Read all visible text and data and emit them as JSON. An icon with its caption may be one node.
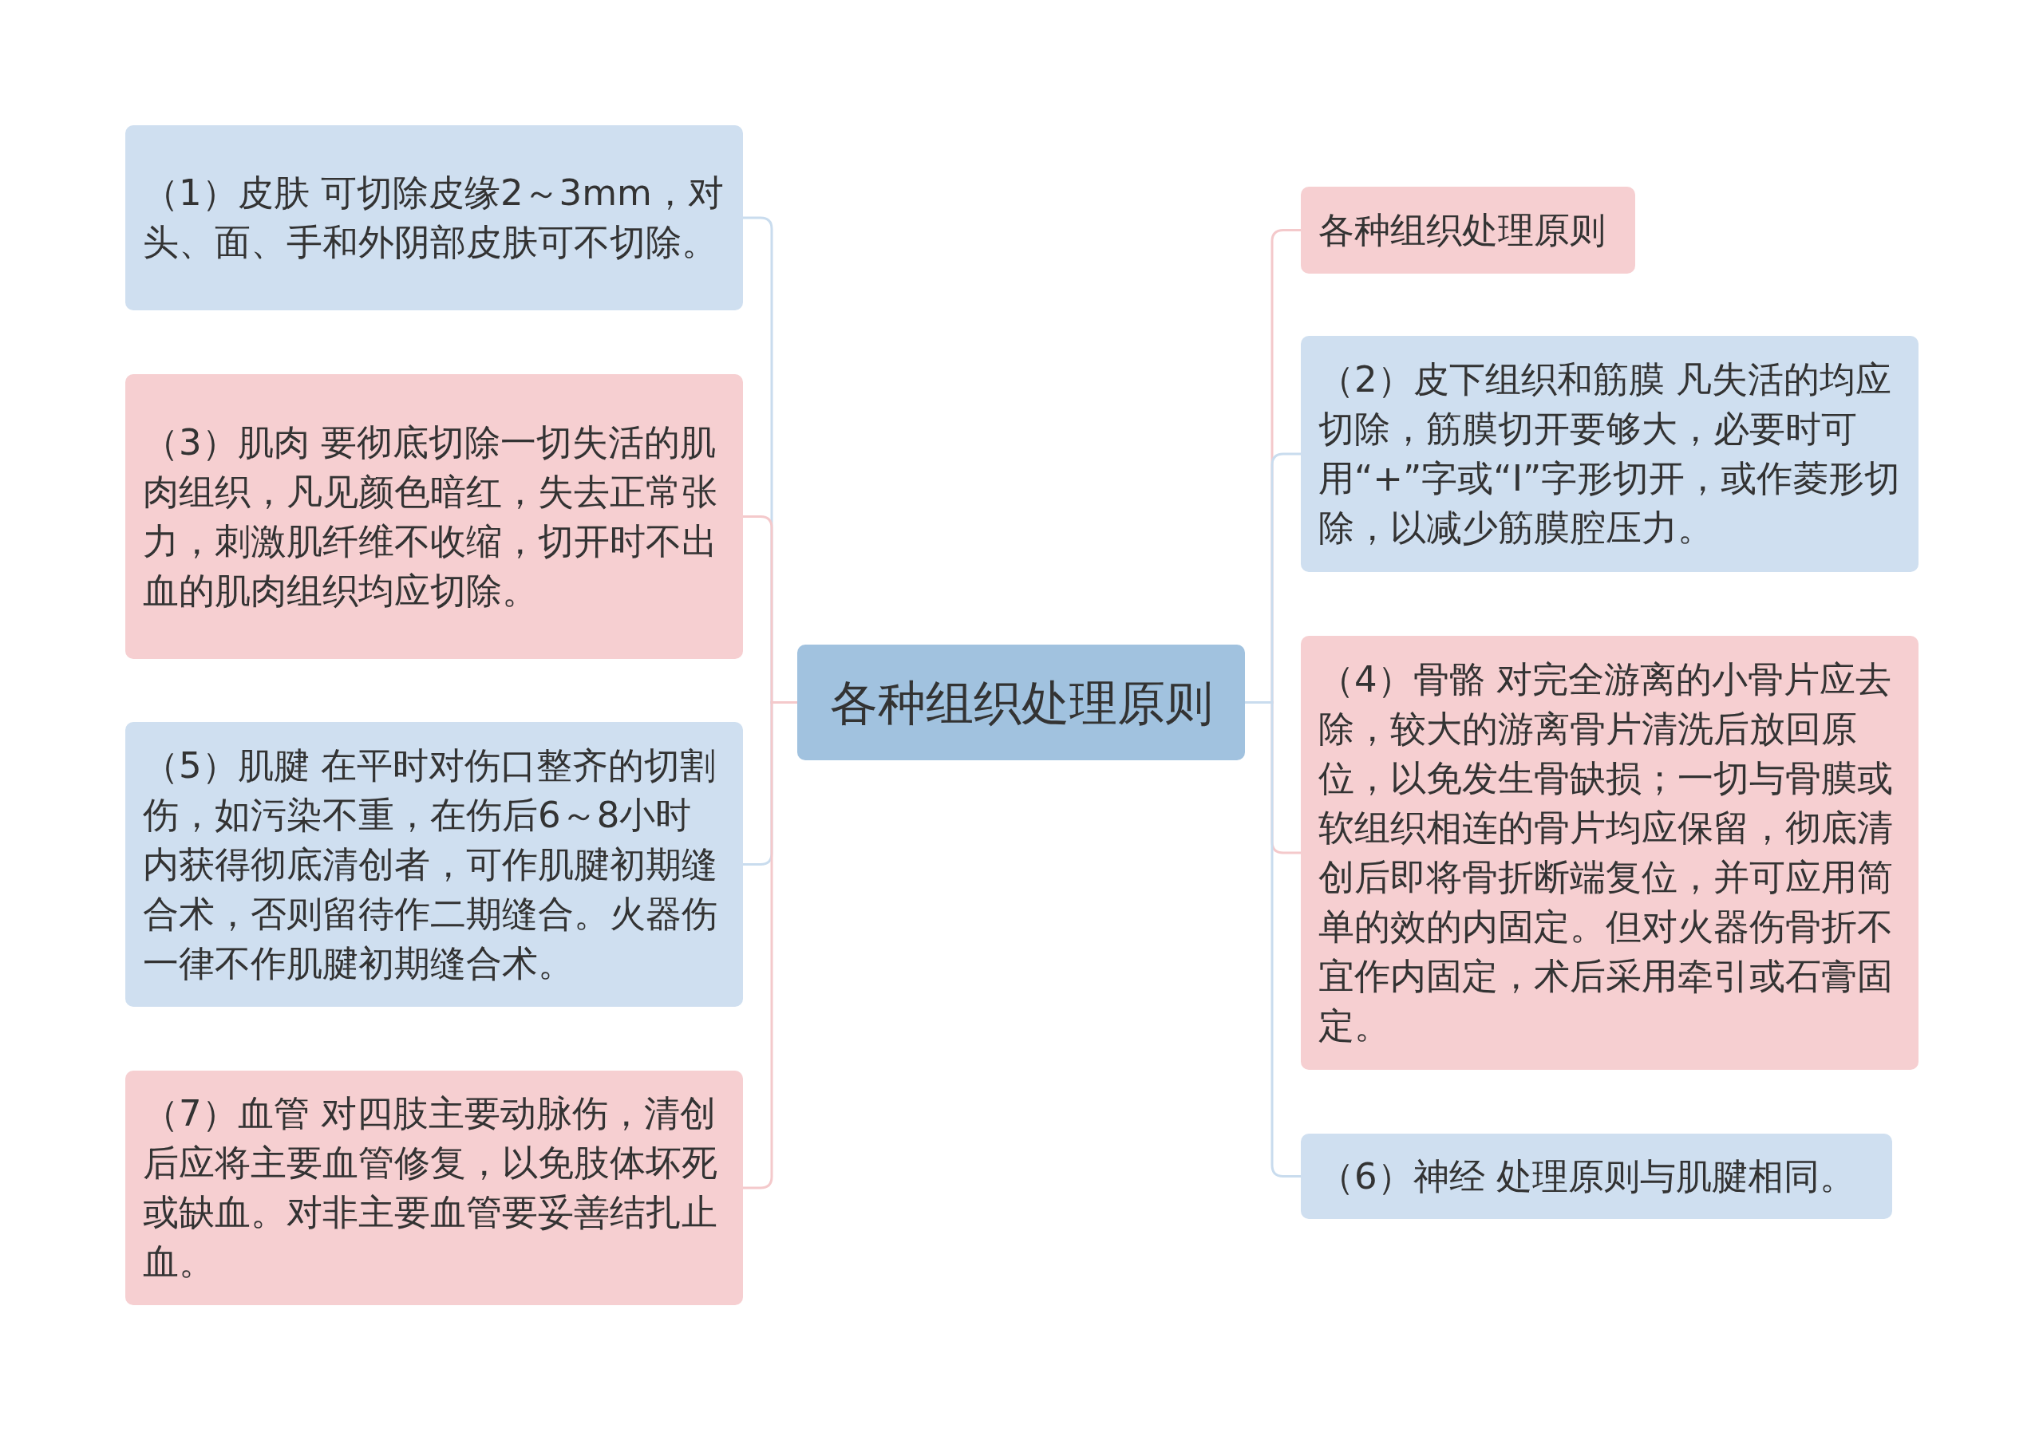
{
  "diagram": {
    "nodes": [
      {
        "text": [
          "各种组织处理原则"
        ]
      },
      {
        "text": [
          "（1）皮肤 可切除皮缘2～3mm，对头、面、手和外阴部皮肤可不切除。"
        ]
      },
      {
        "text": [
          "（3）肌肉 要彻底切除一切失活的肌肉组织，凡见颜色暗红，失去正常张力，刺激肌纤维不收缩，切开时不出血的肌肉组织均应切除。"
        ]
      },
      {
        "text": [
          "（5）肌腱 在平时对伤口整齐的切割伤，如污染不重，在伤后6～8小时内获得彻底清创者，可作肌腱初期缝合术，否则留待作二期缝合。火器伤一律不作肌腱初期缝合术。"
        ]
      },
      {
        "text": [
          "（7）血管 对四肢主要动脉伤，清创后应将主要血管修复，以免肢体坏死或缺血。对非主要血管要妥善结扎止血。"
        ]
      },
      {
        "text": [
          "各种组织处理原则"
        ]
      },
      {
        "text": [
          "（2）皮下组织和筋膜 凡失活的均应切除，筋膜切开要够大，必要时可用“+”字或“I”字形切开，或作菱形切除，以减少筋膜腔压力。"
        ]
      },
      {
        "text": [
          "（4）骨骼 对完全游离的小骨片应去除，较大的游离骨片清洗后放回原位，以免发生骨缺损；一切与骨膜或软组织相连的骨片均应保留，彻底清创后即将骨折断端复位，并可应用简单的效的内固定。但对火器伤骨折不宜作内固定，术后采用牵引或石膏固定。"
        ]
      },
      {
        "text": [
          "（6）神经 处理原则与肌腱相同。"
        ]
      }
    ],
    "edges": [
      {
        "from": 0,
        "to": 1,
        "arrow": "none",
        "color": "#c9dcee"
      },
      {
        "from": 0,
        "to": 2,
        "arrow": "none",
        "color": "#f4c9cb"
      },
      {
        "from": 0,
        "to": 3,
        "arrow": "none",
        "color": "#c9dcee"
      },
      {
        "from": 0,
        "to": 4,
        "arrow": "none",
        "color": "#f4c9cb"
      },
      {
        "from": 0,
        "to": 5,
        "arrow": "none",
        "color": "#f4c9cb"
      },
      {
        "from": 0,
        "to": 6,
        "arrow": "none",
        "color": "#c9dcee"
      },
      {
        "from": 0,
        "to": 7,
        "arrow": "none",
        "color": "#f4c9cb"
      },
      {
        "from": 0,
        "to": 8,
        "arrow": "none",
        "color": "#c9dcee"
      }
    ]
  }
}
